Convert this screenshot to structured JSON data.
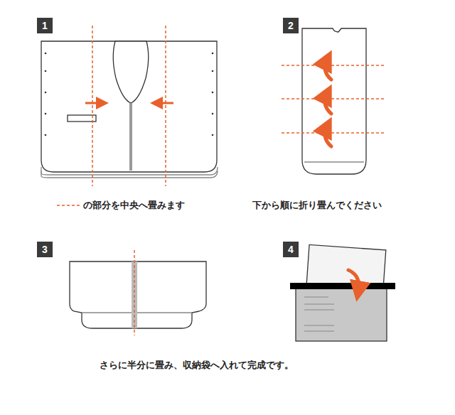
{
  "diagram": {
    "labels": [
      "1",
      "2",
      "3",
      "4",
      "の部分を中央へ畳みます",
      "下から順に折り畳んでください",
      "さらに半分に畳み、収納袋へ入れて完成です。"
    ]
  }
}
